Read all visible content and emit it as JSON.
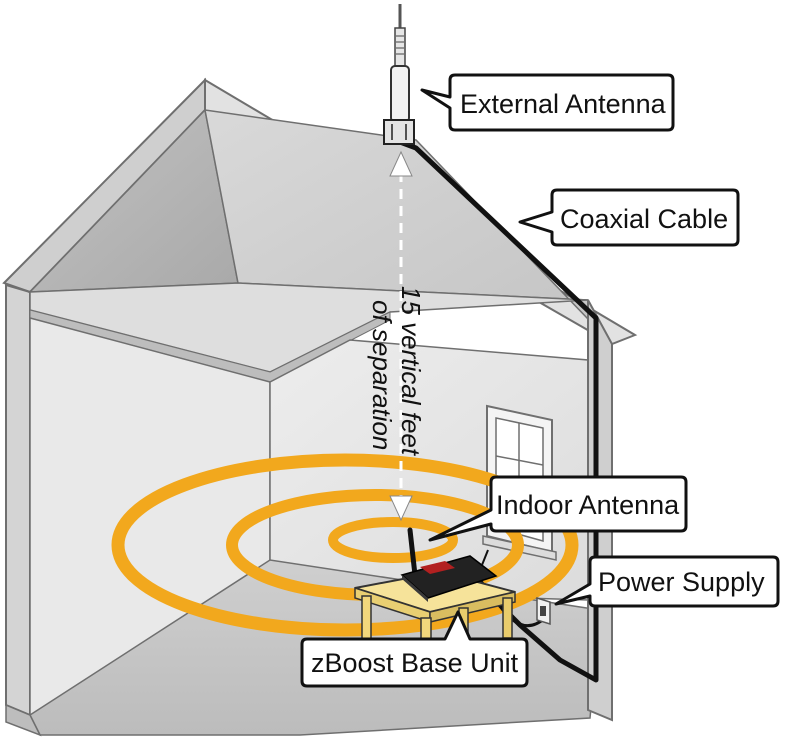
{
  "labels": {
    "external_antenna": "External Antenna",
    "coaxial_cable": "Coaxial Cable",
    "indoor_antenna": "Indoor Antenna",
    "power_supply": "Power Supply",
    "base_unit": "zBoost Base Unit"
  },
  "separation": {
    "line1": "15 vertical feet",
    "line2": "of separation"
  },
  "colors": {
    "signal_ring": "#f2a81d",
    "house_outline": "#6f6f6f",
    "wall_light": "#e6e6e6",
    "roof_gray": "#c9c9c9",
    "table_wood": "#f4dc8c",
    "cable": "#111111",
    "callout_border": "#111111"
  }
}
